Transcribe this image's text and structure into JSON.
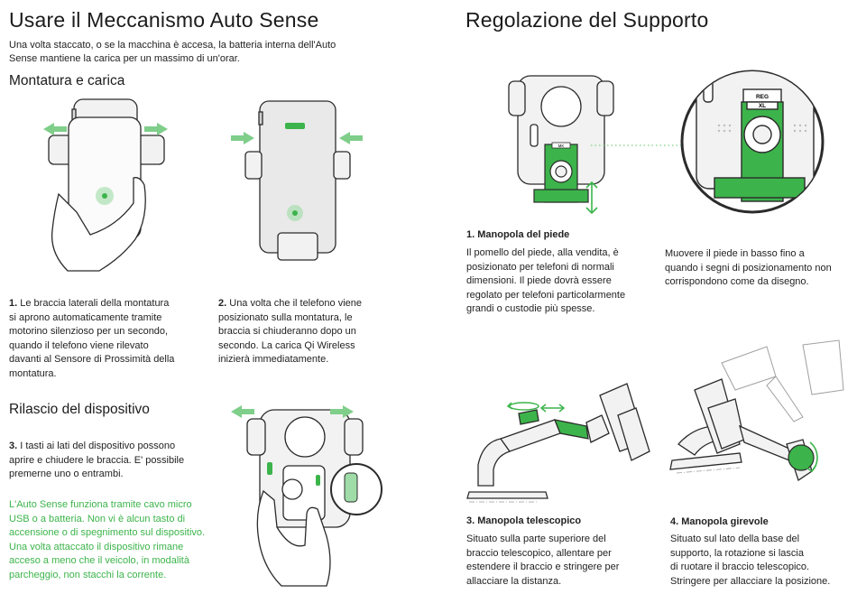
{
  "left": {
    "title": "Usare il Meccanismo Auto Sense",
    "intro_line1": "Una volta staccato, o se la macchina è accesa, la batteria interna dell'Auto",
    "intro_line2": "Sense mantiene la carica per un massimo di un'orar.",
    "mount_heading": "Montatura e carica",
    "step1_num": "1.",
    "step1_lines": [
      "Le braccia laterali della montatura",
      "si aprono automaticamente tramite",
      "motorino silenzioso per un secondo,",
      "quando il telefono viene rilevato",
      "davanti al Sensore di Prossimità della",
      "montatura."
    ],
    "step2_num": "2.",
    "step2_lines": [
      "Una volta che il telefono viene",
      "posizionato sulla montatura, le",
      "braccia si chiuderanno dopo un",
      "secondo. La carica Qi Wireless",
      "inizierà immediatamente."
    ],
    "release_heading": "Rilascio del dispositivo",
    "step3_num": "3.",
    "step3_lines": [
      "I tasti ai lati del dispositivo possono",
      "aprire e chiudere le braccia. E' possibile",
      "premerne uno o entrambi."
    ],
    "note_lines": [
      "L'Auto Sense funziona tramite cavo micro",
      "USB o a batteria. Non vi è alcun tasto di",
      "accensione o di spegnimento sul dispositivo.",
      "Una volta attaccato il dispositivo rimane",
      "acceso a meno che il veicolo, in modalità",
      "parcheggio, non stacchi la corrente."
    ]
  },
  "right": {
    "title": "Regolazione del Supporto",
    "zoom_label_reg": "REG",
    "zoom_label_xl": "XL",
    "small_label_reg": "MK",
    "foot_heading": "1. Manopola del piede",
    "foot_lines": [
      "Il pomello del piede, alla vendita, è",
      "posizionato per telefoni di normali",
      "dimensioni.  Il piede dovrà essere",
      "regolato per telefoni particolarmente",
      "grandi o custodie più spesse."
    ],
    "foot_lines2": [
      "Muovere il piede in basso fino a",
      "quando i segni di posizionamento non",
      "corrispondono come da disegno."
    ],
    "tele_heading": "3. Manopola telescopico",
    "tele_lines": [
      "Situato sulla parte superiore del",
      "braccio telescopico, allentare per",
      "estendere il braccio e stringere per",
      "allacciare la distanza."
    ],
    "swivel_heading": "4. Manopola girevole",
    "swivel_lines": [
      "Situato sul lato della base del",
      "supporto, la rotazione si lascia",
      "di ruotare il braccio telescopico.",
      "Stringere per allacciare la posizione."
    ]
  },
  "colors": {
    "accent": "#3cb44b",
    "arrow": "#7fce8a",
    "outline": "#2b2b2b",
    "device_fill": "#f2f2f2"
  }
}
